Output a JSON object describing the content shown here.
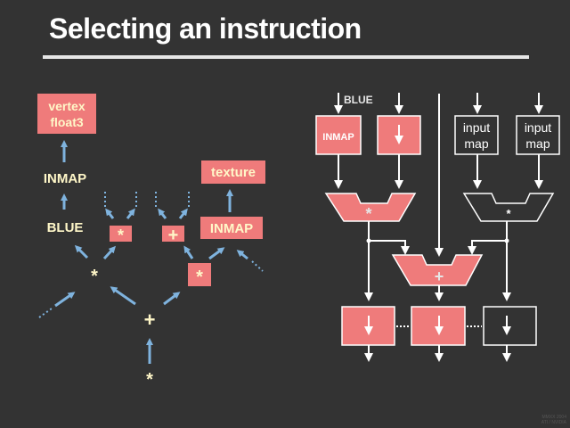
{
  "slide": {
    "title": "Selecting an instruction",
    "footer_line1": "MMXX 2004",
    "footer_line2": "ATI / NVIDIA"
  },
  "colors": {
    "background": "#333333",
    "node_fill": "#ef7b7b",
    "node_text": "#fff7c8",
    "arrow_blue": "#7fb3de",
    "hw_line": "#ffffff"
  },
  "tree": {
    "vertex_line1": "vertex",
    "vertex_line2": "float3",
    "inmap_left": "INMAP",
    "blue": "BLUE",
    "mul_small": "*",
    "add_small": "+",
    "texture": "texture",
    "inmap_right": "INMAP",
    "mul_left": "*",
    "mul_right": "*",
    "add_root": "+",
    "mul_bottom": "*",
    "ellipsis": "..."
  },
  "hardware": {
    "blue_label": "BLUE",
    "inmap_box": "INMAP",
    "input_map_1_line1": "input",
    "input_map_1_line2": "map",
    "input_map_2_line1": "input",
    "input_map_2_line2": "map",
    "mul_unit_left": "*",
    "mul_unit_right": "*",
    "add_unit": "+"
  }
}
